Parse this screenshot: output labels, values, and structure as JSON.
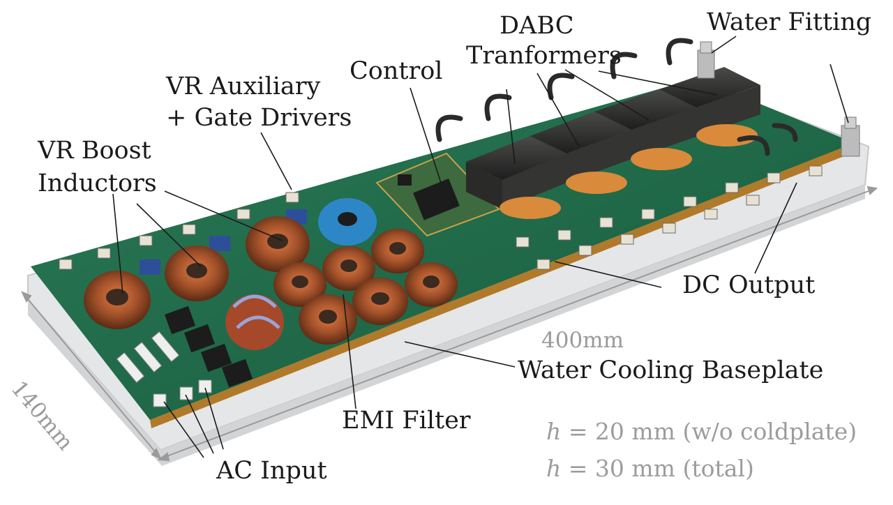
{
  "labels": {
    "water_fitting": "Water Fitting",
    "dabc_line1": "DABC",
    "dabc_line2": "Tranformers",
    "control": "Control",
    "vr_aux_line1": "VR Auxiliary",
    "vr_aux_line2": "+ Gate Drivers",
    "vr_boost_line1": "VR Boost",
    "vr_boost_line2": "Inductors",
    "dc_output": "DC Output",
    "length_400": "400mm",
    "water_cooling": "Water Cooling Baseplate",
    "width_140": "140mm",
    "emi_filter": "EMI Filter",
    "ac_input": "AC Input"
  },
  "specs": {
    "h_var": "h",
    "h1_rest": " = 20 mm (w/o coldplate)",
    "h2_rest": " = 30 mm (total)"
  },
  "colors": {
    "pcb_green": "#1f6b4a",
    "copper": "#a4522a",
    "baseplate": "#e4e6e8",
    "transformer_core": "#2c2c2c",
    "dimension_gray": "#9a9a9a"
  }
}
